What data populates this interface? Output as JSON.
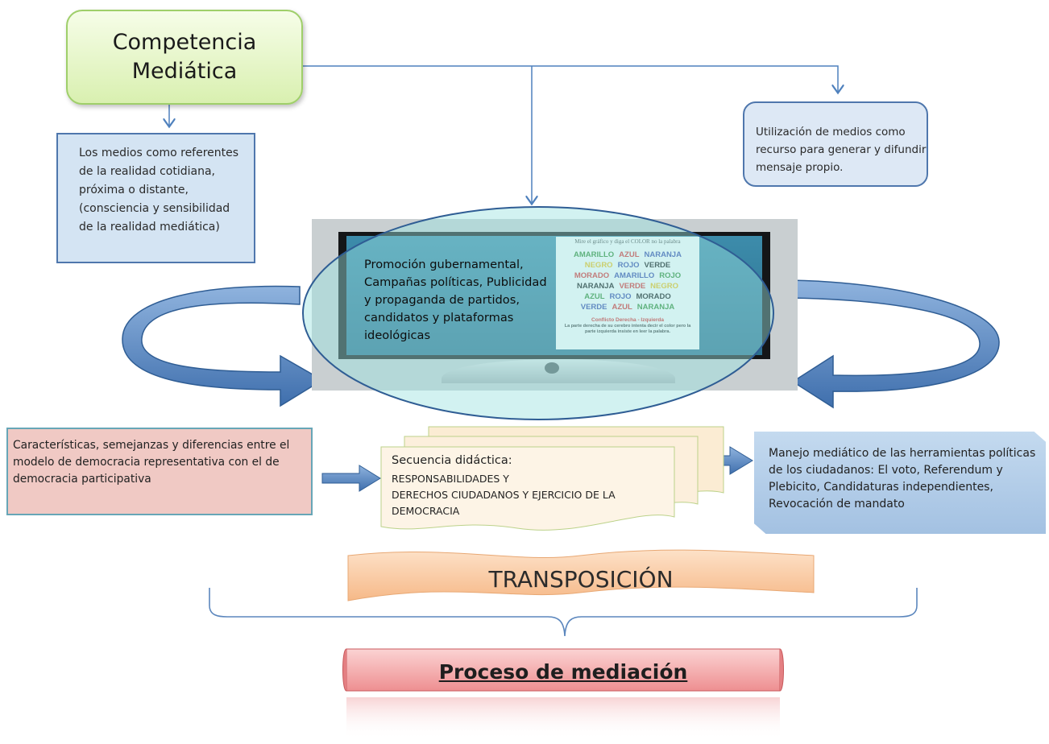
{
  "competencia": {
    "text": "Competencia Mediática"
  },
  "medios": {
    "text": "Los medios como referentes de la realidad cotidiana, próxima o distante, (consciencia y sensibilidad de la realidad mediática)"
  },
  "utilizacion": {
    "line1": "Utilización de medios como",
    "line2": "recurso para generar y difundir",
    "line3": "mensaje propio."
  },
  "promocion": {
    "text": "Promoción gubernamental, Campañas políticas, Publicidad y propaganda de partidos, candidatos y plataformas ideológicas"
  },
  "stroop": {
    "title": "Mire el gráfico y diga el COLOR no la palabra",
    "rows": [
      [
        {
          "w": "AMARILLO",
          "c": "#2e8b2e"
        },
        {
          "w": "AZUL",
          "c": "#e02828"
        },
        {
          "w": "NARANJA",
          "c": "#3344aa"
        }
      ],
      [
        {
          "w": "NEGRO",
          "c": "#f2c012"
        },
        {
          "w": "ROJO",
          "c": "#3344aa"
        },
        {
          "w": "VERDE",
          "c": "#111111"
        }
      ],
      [
        {
          "w": "MORADO",
          "c": "#e02828"
        },
        {
          "w": "AMARILLO",
          "c": "#3344aa"
        },
        {
          "w": "ROJO",
          "c": "#2e8b2e"
        }
      ],
      [
        {
          "w": "NARANJA",
          "c": "#111111"
        },
        {
          "w": "VERDE",
          "c": "#e02828"
        },
        {
          "w": "NEGRO",
          "c": "#f2c012"
        }
      ],
      [
        {
          "w": "AZUL",
          "c": "#2e8b2e"
        },
        {
          "w": "ROJO",
          "c": "#3344aa"
        },
        {
          "w": "MORADO",
          "c": "#111111"
        }
      ],
      [
        {
          "w": "VERDE",
          "c": "#3344aa"
        },
        {
          "w": "AZUL",
          "c": "#e02828"
        },
        {
          "w": "NARANJA",
          "c": "#2e8b2e"
        }
      ]
    ],
    "conflict": "Conflicto Derecha - Izquierda",
    "note": "La parte derecha de su cerebro intenta decir el color pero la parte izquierda insiste en leer la palabra."
  },
  "democracia": {
    "text": "Características, semejanzas y diferencias entre el modelo de democracia representativa con el de democracia participativa"
  },
  "secuencia": {
    "title": "Secuencia didáctica:",
    "line1": "RESPONSABILIDADES Y",
    "line2": "DERECHOS CIUDADANOS Y EJERCICIO DE LA",
    "line3": "DEMOCRACIA"
  },
  "manejo": {
    "text": "Manejo mediático de las herramientas políticas de los ciudadanos: El voto, Referendum y Plebicito, Candidaturas independientes, Revocación de mandato"
  },
  "transposicion": {
    "text": "TRANSPOSICIÓN"
  },
  "proceso": {
    "text": "Proceso de mediación"
  },
  "colors": {
    "green_box": "#d9f0b0",
    "blue_box": "#d4e4f3",
    "blue_border": "#4f77ad",
    "arrow_blue": "#4f81bd",
    "pink_box": "#f0c9c4",
    "cream_box": "#fdf4e6",
    "orange_banner": "#f8c79e",
    "red_scroll": "#f2a9ab"
  }
}
